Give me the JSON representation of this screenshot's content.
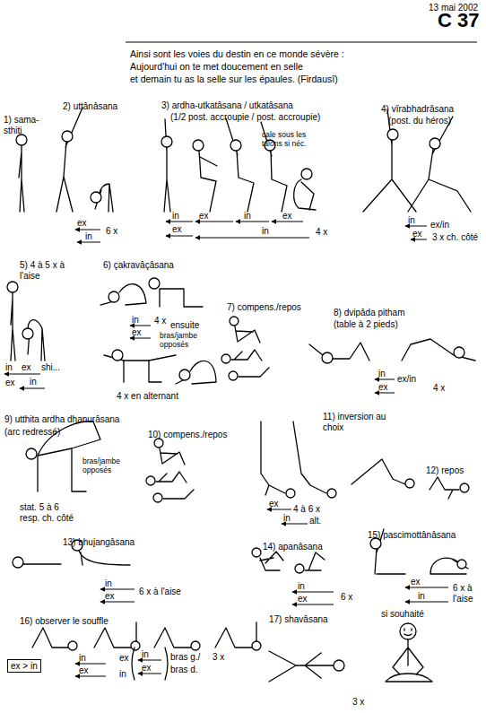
{
  "diagram": {
    "title": "C 37",
    "nodes": [
      {
        "text": [
          "ex > in"
        ]
      }
    ],
    "labels": [
      "13 mai 2002",
      "Ainsi sont les voies du destin en ce monde sévère :",
      "Aujourd'hui on te met doucement en selle",
      "et demain tu as la selle sur les épaules. (Firdausî)",
      "1) sama- sthiti",
      "2) uttânâsana",
      "3) ardha-utkatâsana / utkatâsana",
      "(1/2 post. accroupie / post. accroupie)",
      "cale sous les talons si néc.",
      "4) vîrabhadrâsana",
      "(post. du héros)",
      "ex",
      "in",
      "6 x",
      "in",
      "ex",
      "in",
      "ex",
      "ex",
      "in",
      "4 x",
      "in",
      "ex/in",
      "ex",
      "3 x ch. côté",
      "5) 4 à 5 x à l'aise",
      "6) çakravâçâsana",
      "in",
      "ex",
      "4 x",
      "ensuite",
      "bras/jambe opposés",
      "4 x en alternant",
      "in",
      "ex",
      "shi...",
      "ex",
      "in",
      "7) compens./repos",
      "8) dvipâda pitham",
      "(table à 2 pieds)",
      "in",
      "ex/in",
      "ex",
      "4 x",
      "9) utthita ardha dhanurâsana",
      "(arc redressé)",
      "bras/jambe opposés",
      "stat. 5 à 6",
      "resp. ch. côté",
      "10) compens./repos",
      "11) inversion au choix",
      "ex",
      "4 à 6 x",
      "in",
      "alt.",
      "12) repos",
      "13) bhujangâsana",
      "in",
      "ex",
      "6 x à l'aise",
      "14) apanâsana",
      "in",
      "ex",
      "6 x",
      "15) pascimottânâsana",
      "ex",
      "in",
      "6 x à l'aise",
      "16) observer le souffle",
      "in",
      "ex",
      "ex",
      "in",
      "in",
      "ex",
      "bras g./",
      "3 x",
      "bras d.",
      "17) shavâsana",
      "si souhaité",
      "3 x"
    ]
  }
}
